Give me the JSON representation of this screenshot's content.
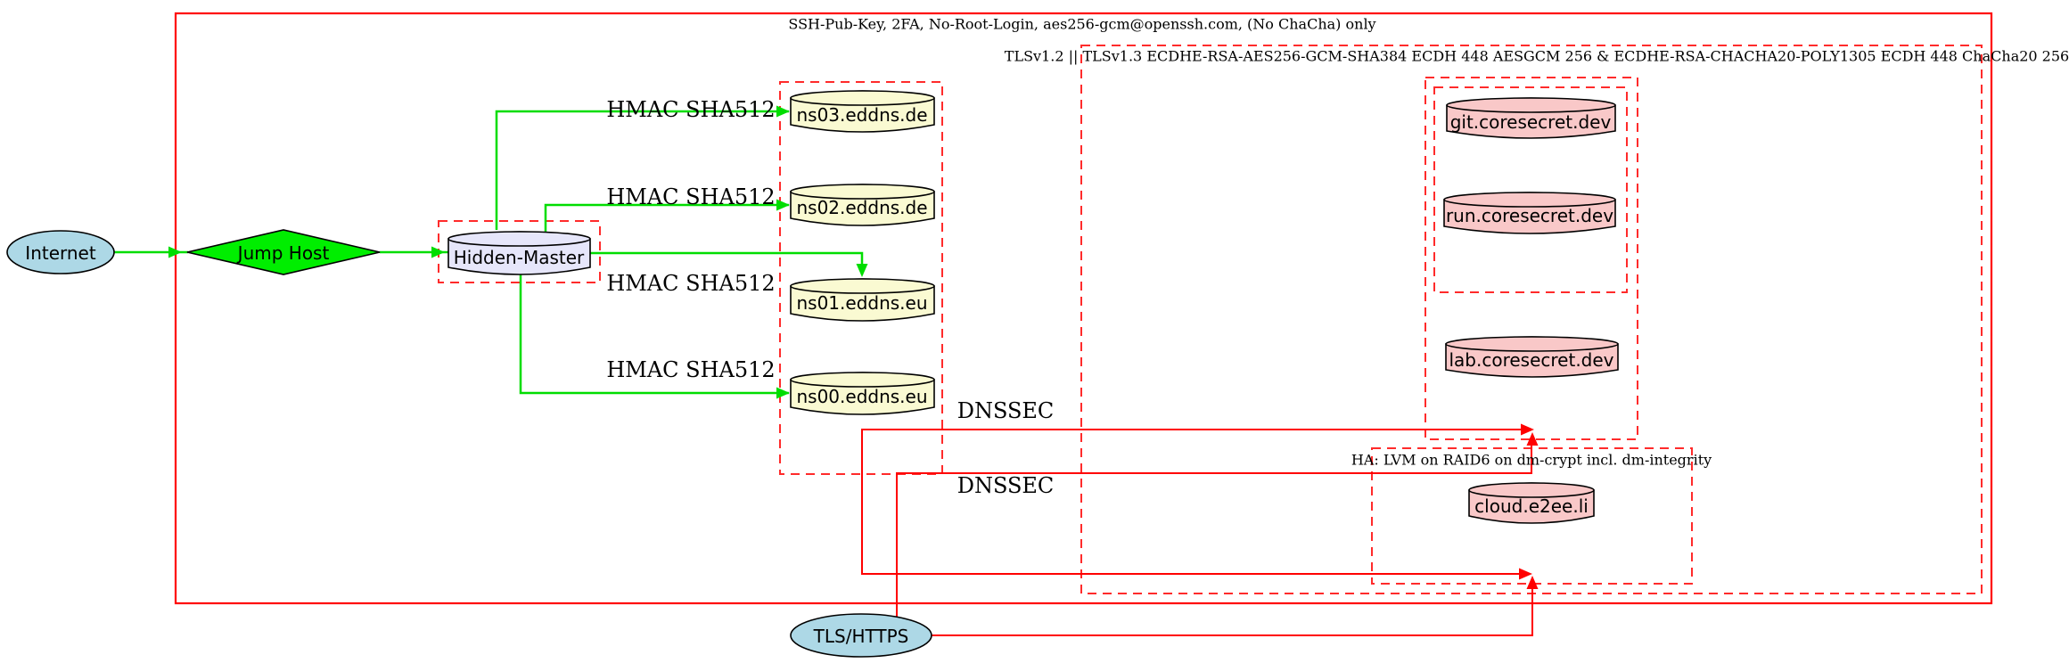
{
  "clusters": {
    "ssh": {
      "label": "SSH-Pub-Key, 2FA, No-Root-Login, aes256-gcm@openssh.com, (No ChaCha) only"
    },
    "tls": {
      "label": "TLSv1.2 || TLSv1.3 ECDHE-RSA-AES256-GCM-SHA384 ECDH 448 AESGCM 256 & ECDHE-RSA-CHACHA20-POLY1305 ECDH 448 ChaCha20 256"
    },
    "ha": {
      "label": "HA: LVM on RAID6 on dm-crypt incl. dm-integrity"
    }
  },
  "nodes": {
    "internet": {
      "label": "Internet",
      "shape": "ellipse",
      "fill": "#add8e6"
    },
    "jump_host": {
      "label": "Jump Host",
      "shape": "diamond",
      "fill": "#00ee00"
    },
    "hidden_master": {
      "label": "Hidden-Master",
      "shape": "cylinder",
      "fill": "#e6e6fa"
    },
    "ns03": {
      "label": "ns03.eddns.de",
      "shape": "cylinder",
      "fill": "#fafad2"
    },
    "ns02": {
      "label": "ns02.eddns.de",
      "shape": "cylinder",
      "fill": "#fafad2"
    },
    "ns01": {
      "label": "ns01.eddns.eu",
      "shape": "cylinder",
      "fill": "#fafad2"
    },
    "ns00": {
      "label": "ns00.eddns.eu",
      "shape": "cylinder",
      "fill": "#fafad2"
    },
    "git": {
      "label": "git.coresecret.dev",
      "shape": "cylinder",
      "fill": "#f9c8c8"
    },
    "run": {
      "label": "run.coresecret.dev",
      "shape": "cylinder",
      "fill": "#f9c8c8"
    },
    "lab": {
      "label": "lab.coresecret.dev",
      "shape": "cylinder",
      "fill": "#f9c8c8"
    },
    "cloud": {
      "label": "cloud.e2ee.li",
      "shape": "cylinder",
      "fill": "#f9c8c8"
    },
    "tls_https": {
      "label": "TLS/HTTPS",
      "shape": "ellipse",
      "fill": "#add8e6"
    }
  },
  "edge_labels": {
    "hmac1": "HMAC SHA512",
    "hmac2": "HMAC SHA512",
    "hmac3": "HMAC SHA512",
    "hmac4": "HMAC SHA512",
    "dnssec1": "DNSSEC",
    "dnssec2": "DNSSEC"
  },
  "colors": {
    "edge_green": "#00dd00",
    "edge_red": "#ff0000",
    "cluster_dashed_red": "#ff2b2b",
    "cluster_solid_red": "#ff0000",
    "node_lightblue": "#add8e6",
    "node_green": "#00ee00",
    "node_lavender": "#e6e6fa",
    "node_lightyellow": "#fafad2",
    "node_pink": "#f9c8c8",
    "outline": "#000000"
  }
}
